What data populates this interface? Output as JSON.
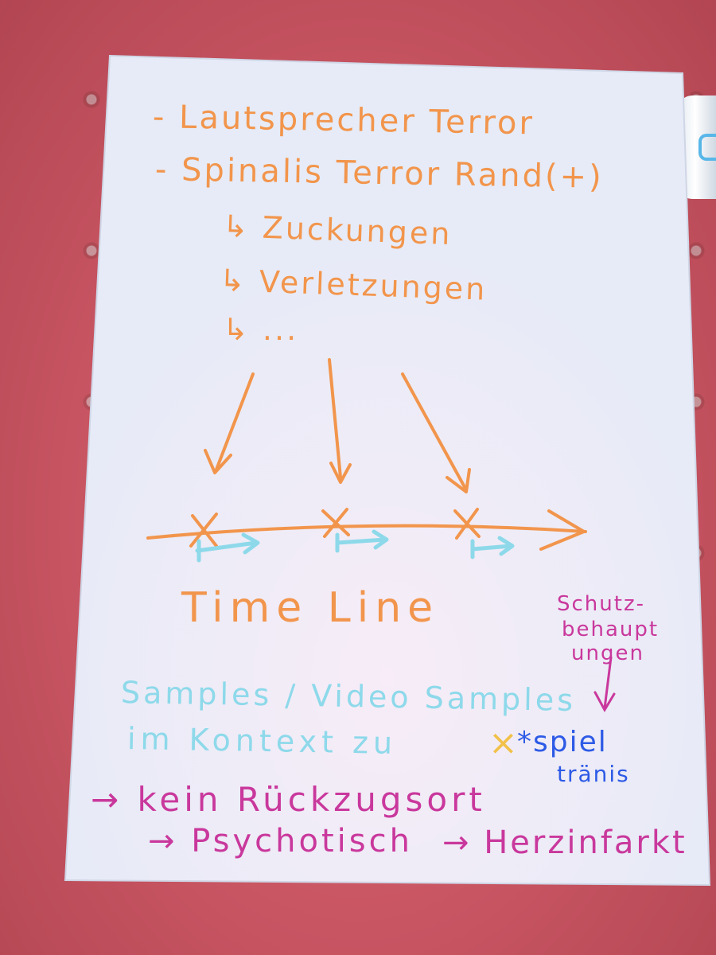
{
  "notes": {
    "line1": "- Lautsprecher Terror",
    "line2": "- Spinalis Terror Rand(+)",
    "sub1": "↳ Zuckungen",
    "sub2": "↳ Verletzungen",
    "sub3": "↳ ...",
    "timeline_label": "Time Line",
    "side_note": [
      "Schutz-",
      "behaupt",
      "ungen"
    ],
    "samples_line1": "Samples / Video Samples",
    "samples_line2": "im Kontext zu",
    "x_mark": "×",
    "star_note": [
      "*spiel",
      "tränis"
    ],
    "bottom_line1": "→ kein Rückzugsort",
    "bottom_line2": "→ Psychotisch",
    "bottom_line3": "→ Herzinfarkt"
  },
  "colors": {
    "tablecloth": "#e0606e",
    "paper": "#e9edf8",
    "orange_marker": "#f2954c",
    "cyan_marker": "#8dd9ea",
    "magenta_marker": "#c9389c",
    "blue_marker": "#2d5ae6"
  }
}
